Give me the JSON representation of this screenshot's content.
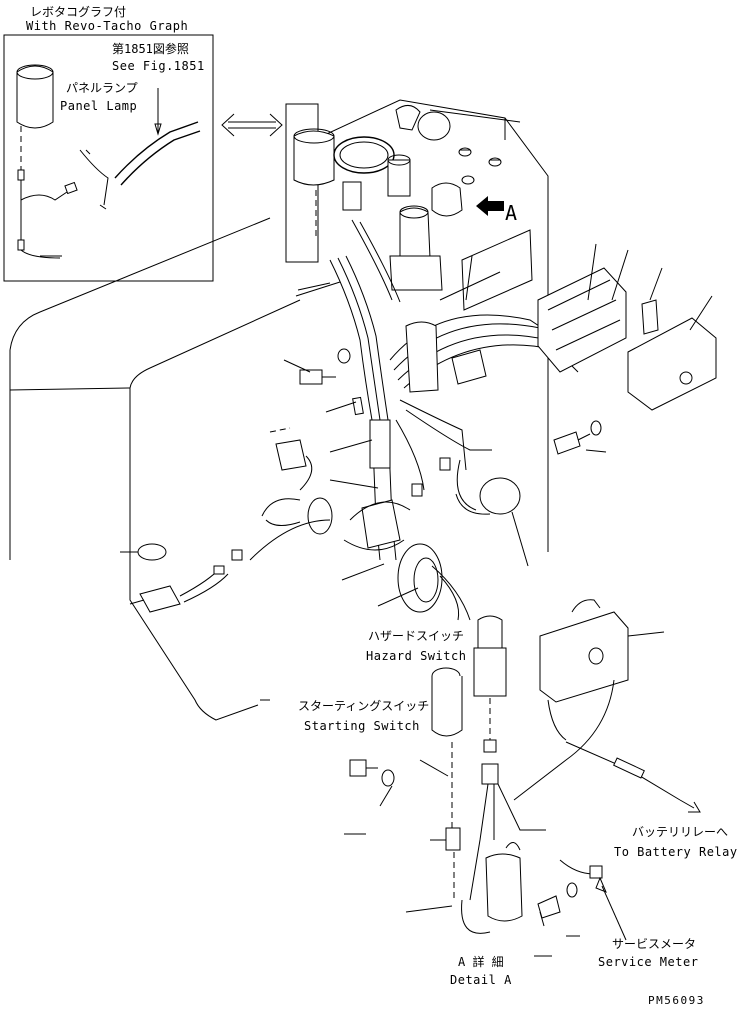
{
  "inset": {
    "title_jp": "レボタコグラフ付",
    "title_en": "With Revo-Tacho Graph",
    "ref_jp": "第1851図参照",
    "ref_en": "See Fig.1851",
    "lamp_jp": "パネルランプ",
    "lamp_en": "Panel Lamp"
  },
  "view_marker": "A",
  "callouts": {
    "hazard_jp": "ハザードスイッチ",
    "hazard_en": "Hazard Switch",
    "starting_jp": "スターティングスイッチ",
    "starting_en": "Starting Switch",
    "battery_jp": "バッテリリレーへ",
    "battery_en": "To Battery Relay",
    "meter_jp": "サービスメータ",
    "meter_en": "Service Meter",
    "detail_jp": "A 詳 細",
    "detail_en": "Detail A"
  },
  "drawing_number": "PM56093"
}
